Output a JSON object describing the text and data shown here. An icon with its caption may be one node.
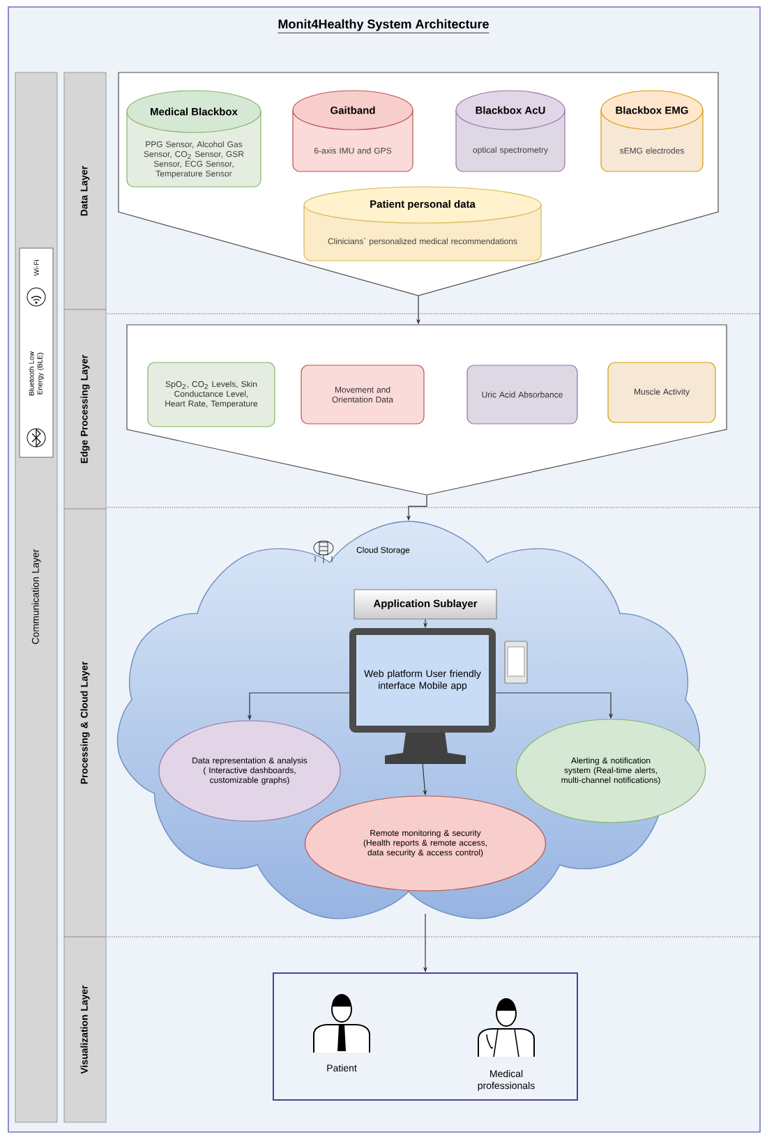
{
  "diagram": {
    "title": "Monit4Healthy System Architecture",
    "nodes": [
      {
        "text": [],
        "shape": "funnel"
      },
      {
        "text": [
          "Medical Blackbox",
          "PPG Sensor, Alcohol Gas Sensor, CO$_{2}$ Sensor, GSR Sensor, ECG Sensor, Temperature Sensor"
        ],
        "in": 0
      },
      {
        "text": [
          "Gaitband",
          "6-axis IMU and GPS"
        ],
        "in": 0
      },
      {
        "text": [
          "Blackbox AcU",
          "optical spectrometry"
        ],
        "in": 0
      },
      {
        "text": [
          "Blackbox EMG",
          "sEMG electrodes"
        ],
        "in": 0
      },
      {
        "text": [
          "Patient personal data",
          "Clinicians` personalized medical recommendations"
        ],
        "in": 0
      },
      {
        "text": [],
        "shape": "funnel"
      },
      {
        "text": [
          "SpO$_{2}$, CO$_{2}$ Levels, Skin Conductance Level, Heart Rate, Temperature"
        ],
        "in": 6
      },
      {
        "text": [
          "Movement and Orientation Data"
        ],
        "in": 6
      },
      {
        "text": [
          "Uric Acid Absorbance"
        ],
        "in": 6
      },
      {
        "text": [
          "Muscle Activity"
        ],
        "in": 6
      },
      {
        "text": [
          "Cloud Storage"
        ]
      },
      {
        "text": [
          "Application Sublayer"
        ],
        "in": 11
      },
      {
        "text": [
          "Web platform User friendly interface Mobile app"
        ],
        "in": 11
      },
      {
        "text": [
          "Data representation & analysis ( Interactive dashboards, customizable graphs)"
        ],
        "in": 11
      },
      {
        "text": [
          "Alerting & notification system (Real-time alerts, multi-channel notifications)"
        ],
        "in": 11
      },
      {
        "text": [
          "Remote monitoring & security (Health reports & remote access, data security & access control)"
        ],
        "in": 11
      },
      {
        "text": [],
        "shape": "box"
      },
      {
        "text": [
          "Patient"
        ],
        "in": 17
      },
      {
        "text": [
          "Medical professionals"
        ],
        "in": 17
      },
      {
        "text": [
          "Communication Layer"
        ]
      },
      {
        "text": [
          "Wi-Fi",
          "Bluetooth Low Energy (BLE)"
        ],
        "in": 20
      },
      {
        "text": [
          "Data Layer"
        ]
      },
      {
        "text": [
          "Edge Processing Layer"
        ]
      },
      {
        "text": [
          "Processing & Cloud Layer"
        ]
      },
      {
        "text": [
          "Visualization Layer"
        ]
      }
    ],
    "edges": [
      {
        "from": 0,
        "to": 6,
        "arrow": "to"
      },
      {
        "from": 6,
        "to": 11,
        "arrow": "to"
      },
      {
        "from": 12,
        "to": 13,
        "arrow": "to"
      },
      {
        "from": 13,
        "to": 14,
        "arrow": "to"
      },
      {
        "from": 13,
        "to": 15,
        "arrow": "to"
      },
      {
        "from": 13,
        "to": 16,
        "arrow": "to"
      },
      {
        "from": 11,
        "to": 17,
        "arrow": "to"
      }
    ]
  }
}
